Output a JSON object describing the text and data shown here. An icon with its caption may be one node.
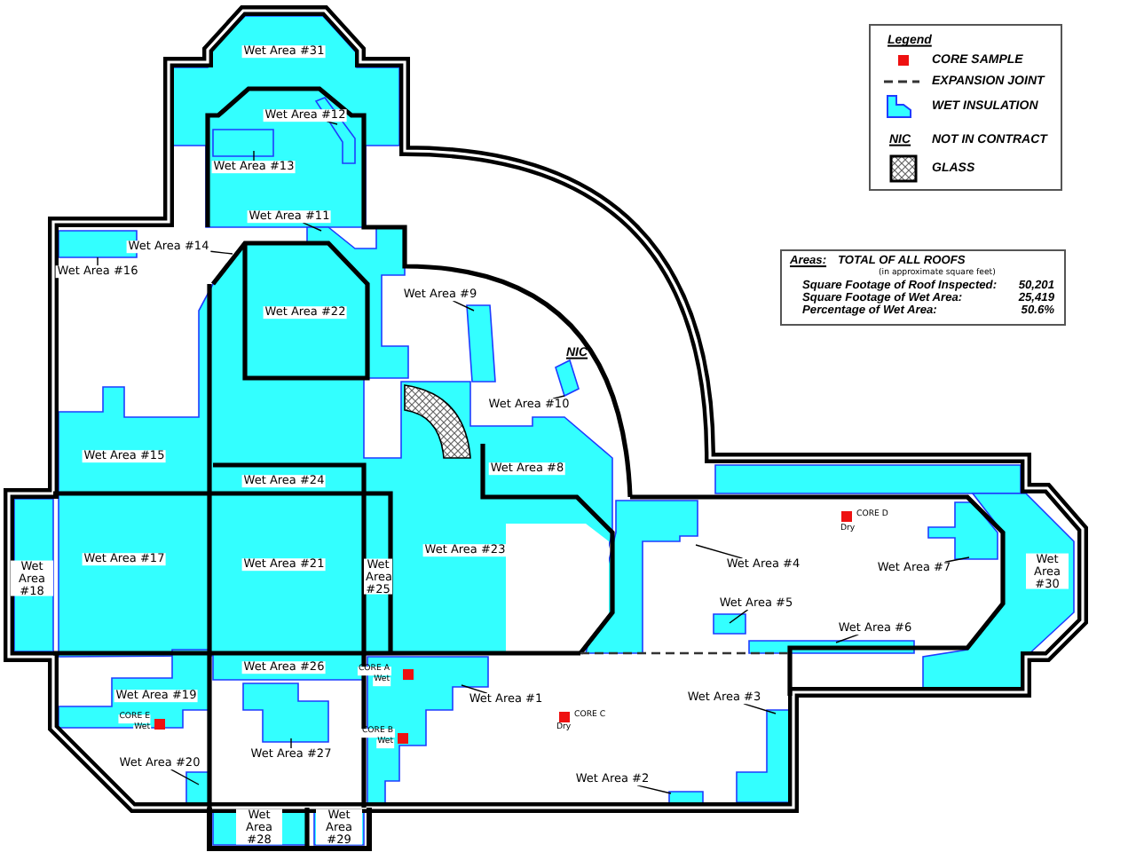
{
  "diagram": {
    "nodes": [
      {
        "text": [
          "Wet Area #12"
        ]
      },
      {
        "text": [
          "Wet Area #13"
        ]
      },
      {
        "text": [
          "Wet Area #11"
        ]
      },
      {
        "text": [
          "Wet Area #14"
        ]
      },
      {
        "text": [
          "Wet Area #16"
        ]
      },
      {
        "text": [
          "Wet Area #9"
        ]
      },
      {
        "text": [
          "Wet Area #10"
        ]
      },
      {
        "text": [
          "Wet Area #4"
        ]
      },
      {
        "text": [
          "Wet Area #5"
        ]
      },
      {
        "text": [
          "Wet Area #7"
        ]
      },
      {
        "text": [
          "Wet Area #6"
        ]
      },
      {
        "text": [
          "Wet Area #1"
        ]
      },
      {
        "text": [
          "Wet Area #3"
        ]
      },
      {
        "text": [
          "Wet Area #20"
        ]
      },
      {
        "text": [
          "Wet Area #27"
        ]
      },
      {
        "text": [
          "Wet Area #2"
        ]
      }
    ],
    "edges": [
      {
        "from": 0,
        "to": null,
        "arrow": "none"
      },
      {
        "from": 1,
        "to": null,
        "arrow": "none"
      },
      {
        "from": 2,
        "to": null,
        "arrow": "none"
      },
      {
        "from": 3,
        "to": null,
        "arrow": "none"
      },
      {
        "from": 4,
        "to": null,
        "arrow": "none"
      },
      {
        "from": 5,
        "to": null,
        "arrow": "none"
      },
      {
        "from": 6,
        "to": null,
        "arrow": "none"
      },
      {
        "from": 7,
        "to": null,
        "arrow": "none"
      },
      {
        "from": 8,
        "to": null,
        "arrow": "none"
      },
      {
        "from": 9,
        "to": null,
        "arrow": "none"
      },
      {
        "from": 10,
        "to": null,
        "arrow": "none"
      },
      {
        "from": 11,
        "to": null,
        "arrow": "none"
      },
      {
        "from": 12,
        "to": null,
        "arrow": "none"
      },
      {
        "from": 13,
        "to": null,
        "arrow": "none"
      },
      {
        "from": 14,
        "to": null,
        "arrow": "none"
      },
      {
        "from": 15,
        "to": null,
        "arrow": "none"
      }
    ],
    "labels": [
      "Wet Area #31",
      "NIC",
      "Wet Area #22",
      "Wet Area #8",
      "Wet Area #15",
      "Wet Area #24",
      "Wet Area #17",
      "Wet Area #21",
      "Wet Area #18",
      "Wet Area #25",
      "Wet Area #23",
      "Wet Area #30",
      "CORE D",
      "Dry",
      "Wet Area #26",
      "CORE A",
      "Wet",
      "Wet Area #19",
      "CORE E",
      "Wet",
      "CORE B",
      "Wet",
      "CORE C",
      "Dry",
      "Wet Area #28",
      "Wet Area #29",
      "Legend",
      "NIC",
      "Areas:",
      "TOTAL OF ALL ROOFS",
      "(in approximate square feet)",
      "Square Footage of Roof Inspected:",
      "50,201",
      "Square Footage of Wet Area:",
      "25,419",
      "Percentage of Wet Area:",
      "50.6%"
    ],
    "legend": [
      {
        "text": "CORE SAMPLE"
      },
      {
        "text": "EXPANSION JOINT"
      },
      {
        "text": "WET INSULATION"
      },
      {
        "text": "NOT IN CONTRACT"
      },
      {
        "text": "GLASS"
      }
    ]
  }
}
